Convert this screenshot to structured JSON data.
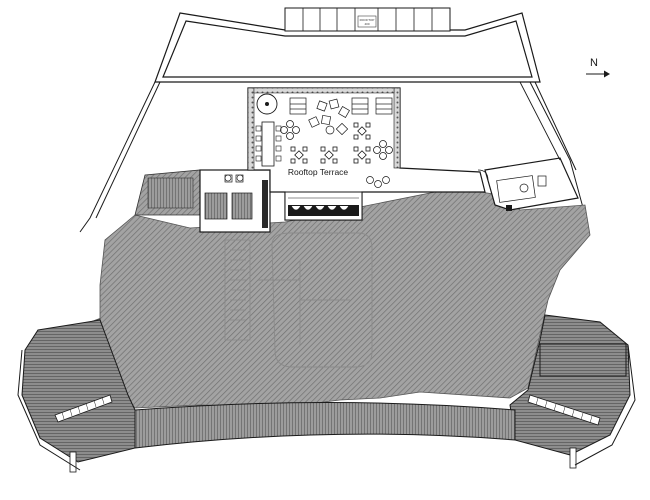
{
  "labels": {
    "terrace": "Rooftop Terrace",
    "north": "N",
    "tiny_box_line1": "ROOFTOP",
    "tiny_box_line2": "400"
  },
  "colors": {
    "hatch_fill": "#9a9a9a",
    "hatch_line": "#6e6e6e",
    "line": "#1a1a1a",
    "background": "#ffffff",
    "dark_block": "#4a4a4a"
  },
  "icons": {
    "north_arrow": "right-arrow-icon"
  }
}
